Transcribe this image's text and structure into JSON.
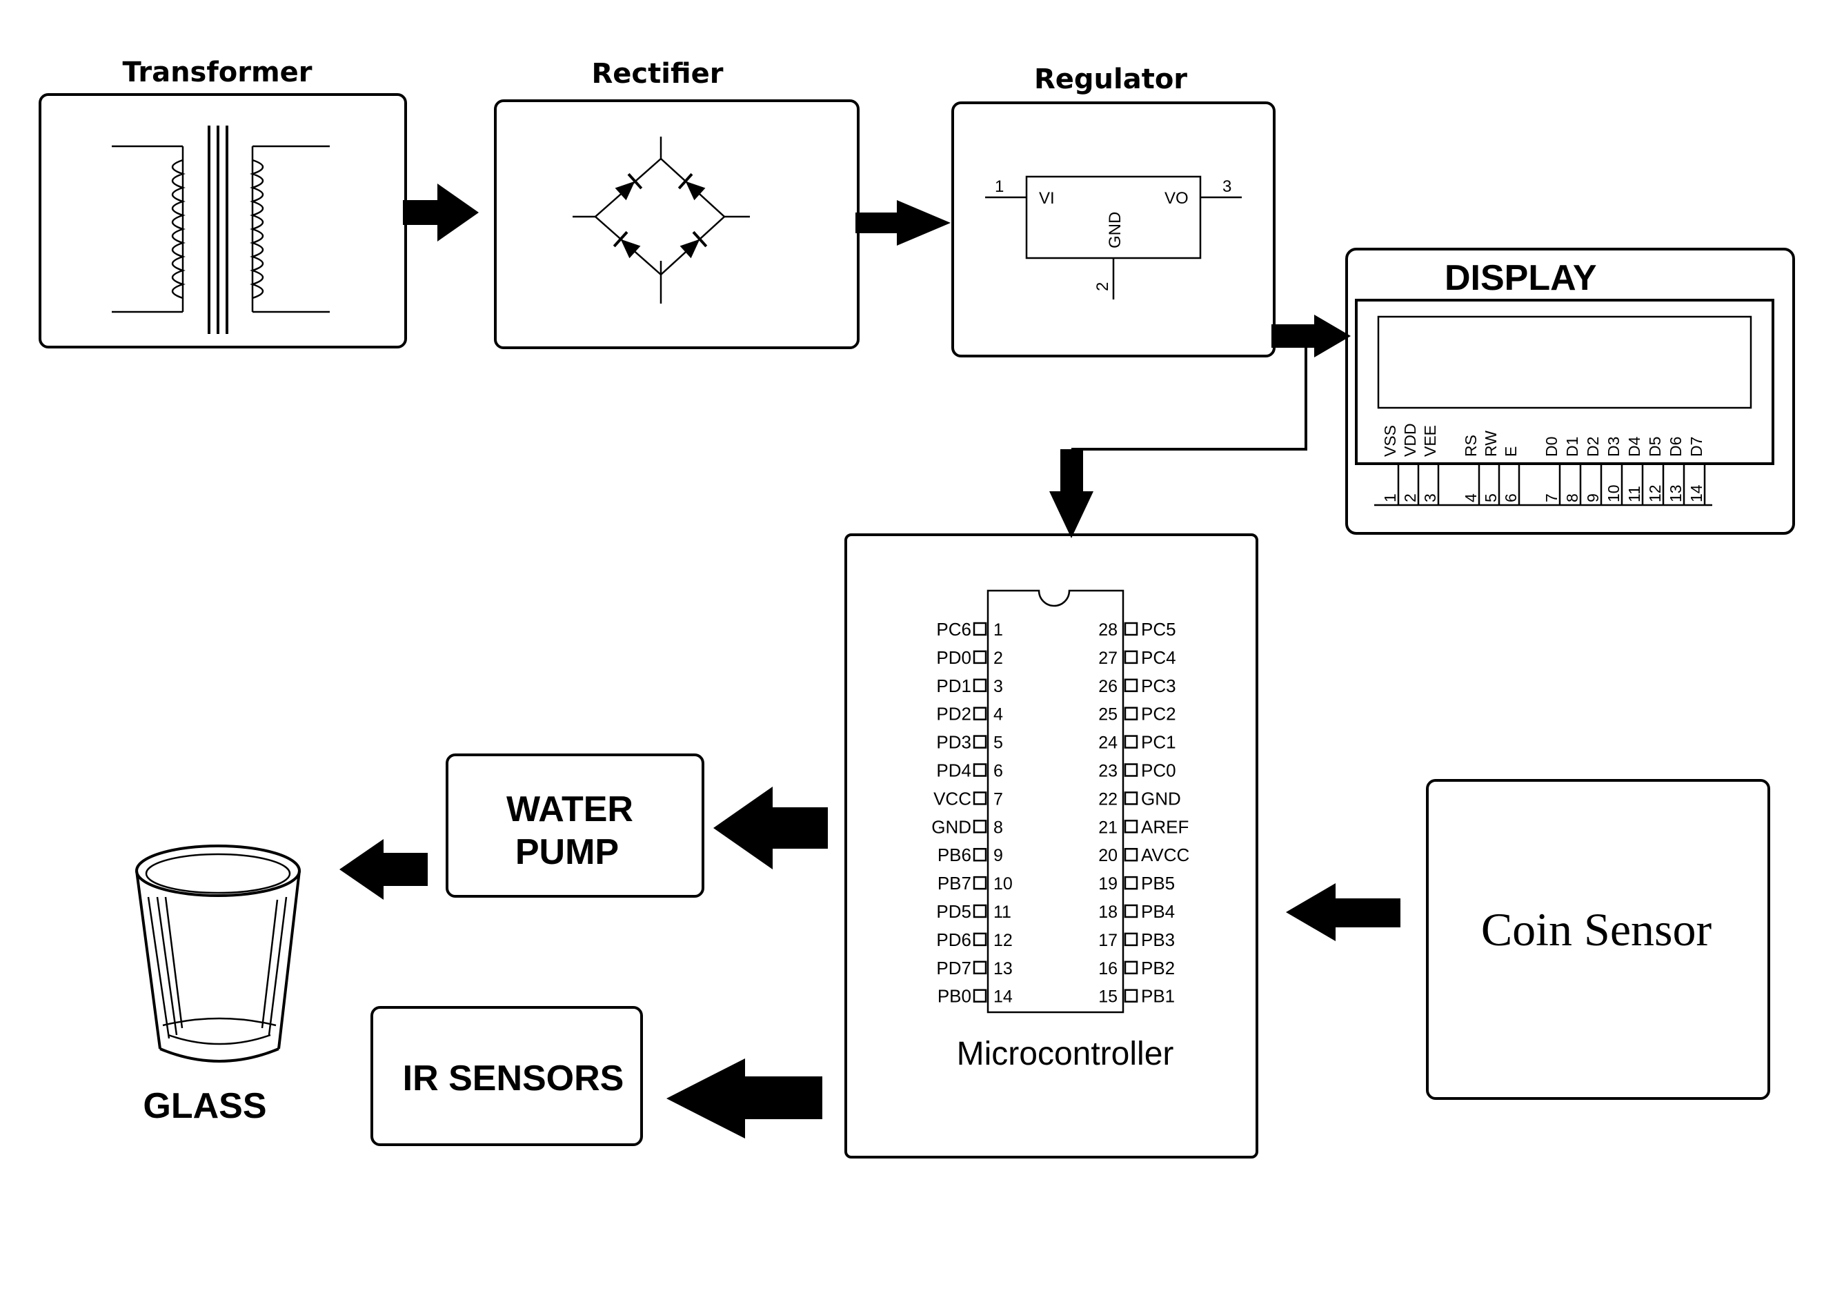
{
  "blocks": {
    "transformer": "Transformer",
    "rectifier": "Rectifier",
    "regulator": "Regulator",
    "display": "DISPLAY",
    "water_pump_line1": "WATER",
    "water_pump_line2": "PUMP",
    "glass": "GLASS",
    "ir_sensors": "IR SENSORS",
    "coin_sensor": "Coin Sensor",
    "microcontroller": "Microcontroller"
  },
  "regulator_pins": {
    "in_label": "VI",
    "out_label": "VO",
    "gnd_label": "GND",
    "pin_in": "1",
    "pin_gnd": "2",
    "pin_out": "3"
  },
  "lcd_pins": [
    {
      "name": "VSS",
      "num": "1"
    },
    {
      "name": "VDD",
      "num": "2"
    },
    {
      "name": "VEE",
      "num": "3"
    },
    {
      "name": "RS",
      "num": "4"
    },
    {
      "name": "RW",
      "num": "5"
    },
    {
      "name": "E",
      "num": "6"
    },
    {
      "name": "D0",
      "num": "7"
    },
    {
      "name": "D1",
      "num": "8"
    },
    {
      "name": "D2",
      "num": "9"
    },
    {
      "name": "D3",
      "num": "10"
    },
    {
      "name": "D4",
      "num": "11"
    },
    {
      "name": "D5",
      "num": "12"
    },
    {
      "name": "D6",
      "num": "13"
    },
    {
      "name": "D7",
      "num": "14"
    }
  ],
  "mcu_left_pins": [
    {
      "name": "PC6",
      "num": "1"
    },
    {
      "name": "PD0",
      "num": "2"
    },
    {
      "name": "PD1",
      "num": "3"
    },
    {
      "name": "PD2",
      "num": "4"
    },
    {
      "name": "PD3",
      "num": "5"
    },
    {
      "name": "PD4",
      "num": "6"
    },
    {
      "name": "VCC",
      "num": "7"
    },
    {
      "name": "GND",
      "num": "8"
    },
    {
      "name": "PB6",
      "num": "9"
    },
    {
      "name": "PB7",
      "num": "10"
    },
    {
      "name": "PD5",
      "num": "11"
    },
    {
      "name": "PD6",
      "num": "12"
    },
    {
      "name": "PD7",
      "num": "13"
    },
    {
      "name": "PB0",
      "num": "14"
    }
  ],
  "mcu_right_pins": [
    {
      "name": "PC5",
      "num": "28"
    },
    {
      "name": "PC4",
      "num": "27"
    },
    {
      "name": "PC3",
      "num": "26"
    },
    {
      "name": "PC2",
      "num": "25"
    },
    {
      "name": "PC1",
      "num": "24"
    },
    {
      "name": "PC0",
      "num": "23"
    },
    {
      "name": "GND",
      "num": "22"
    },
    {
      "name": "AREF",
      "num": "21"
    },
    {
      "name": "AVCC",
      "num": "20"
    },
    {
      "name": "PB5",
      "num": "19"
    },
    {
      "name": "PB4",
      "num": "18"
    },
    {
      "name": "PB3",
      "num": "17"
    },
    {
      "name": "PB2",
      "num": "16"
    },
    {
      "name": "PB1",
      "num": "15"
    }
  ]
}
